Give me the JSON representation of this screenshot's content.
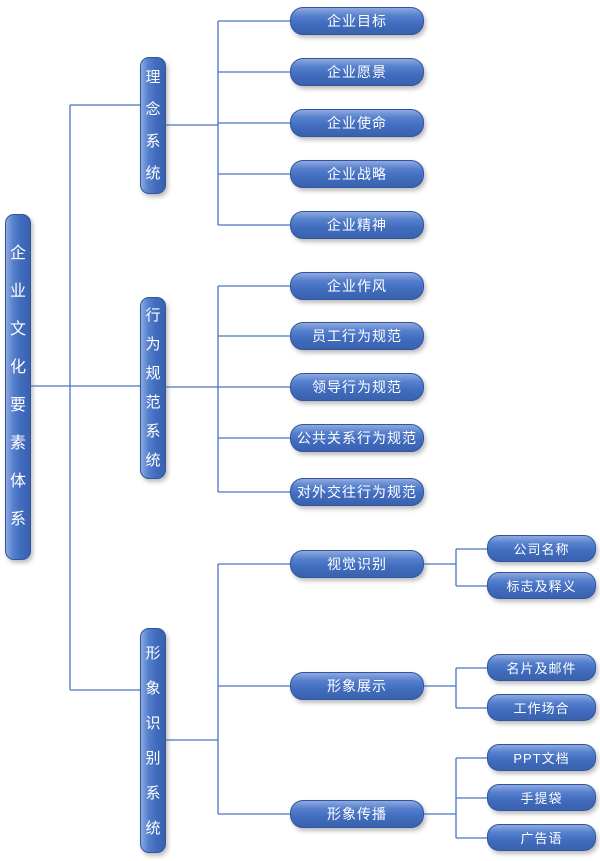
{
  "root_label": "企业文化要素体系",
  "branches": [
    {
      "label": "理念系统",
      "items": [
        "企业目标",
        "企业愿景",
        "企业使命",
        "企业战略",
        "企业精神"
      ]
    },
    {
      "label": "行为规范系统",
      "items": [
        "企业作风",
        "员工行为规范",
        "领导行为规范",
        "公共关系行为规范",
        "对外交往行为规范"
      ]
    },
    {
      "label": "形象识别系统",
      "groups": [
        {
          "label": "视觉识别",
          "items": [
            "公司名称",
            "标志及释义"
          ]
        },
        {
          "label": "形象展示",
          "items": [
            "名片及邮件",
            "工作场合"
          ]
        },
        {
          "label": "形象传播",
          "items": [
            "PPT文档",
            "手提袋",
            "广告语"
          ]
        }
      ]
    }
  ],
  "colors": {
    "node_fill": "#4a74c4",
    "node_border": "#2f55a0",
    "connector": "#4a73c0",
    "text": "#ffffff",
    "background": "#ffffff"
  }
}
